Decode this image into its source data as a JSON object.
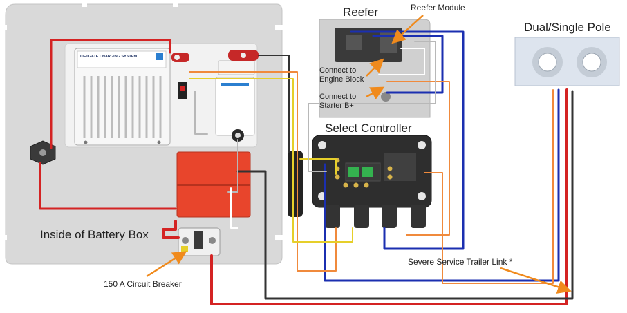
{
  "labels": {
    "reefer": "Reefer",
    "reefer_module": "Reefer Module",
    "connect_engine_line1": "Connect to",
    "connect_engine_line2": "Engine Block",
    "connect_starter_line1": "Connect to",
    "connect_starter_line2": "Starter B+",
    "dual_single_pole": "Dual/Single Pole",
    "select_controller": "Select Controller",
    "inside_battery_box": "Inside of Battery Box",
    "circuit_breaker": "150 A Circuit Breaker",
    "severe_service_link": "Severe Service Trailer Link *"
  },
  "charger_label": "LIFTGATE CHARGING SYSTEM",
  "colors": {
    "red_wire": "#d42323",
    "black_wire": "#333333",
    "blue_wire": "#1b2fb0",
    "orange_wire": "#f08a3c",
    "yellow_wire": "#e6cf2a",
    "gray_wire": "#b8b8b8",
    "battery": "#e8452c",
    "box_bg": "#d9d9d9",
    "controller_body": "#2e2e2e",
    "callout_arrow": "#f08a1c"
  },
  "icons": [
    "battery-icon",
    "circuit-breaker-icon",
    "fuse-holder-icon",
    "charger-icon",
    "connector-icon",
    "plug-icon"
  ]
}
